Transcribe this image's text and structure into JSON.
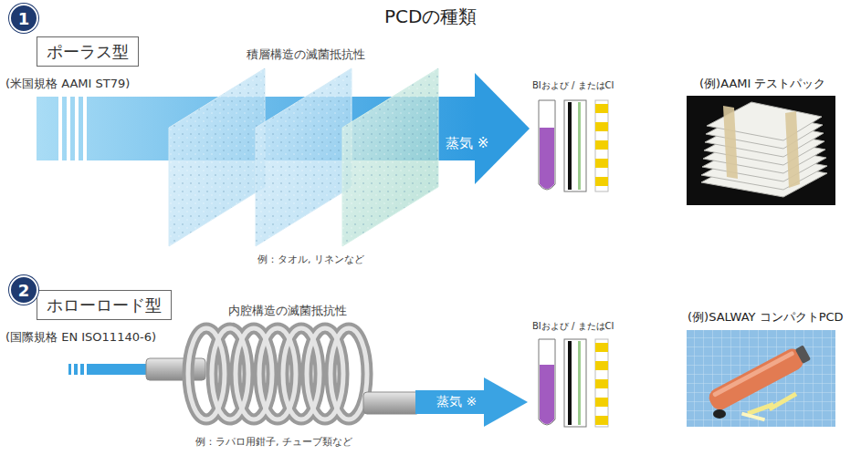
{
  "diagram": {
    "title": "PCDの種類",
    "nodes": [
      {
        "text": [
          "1"
        ]
      },
      {
        "text": [
          "ポーラス型",
          "(米国規格 AAMI ST79)"
        ]
      },
      {
        "text": [
          "2"
        ]
      },
      {
        "text": [
          "ホローロード型",
          "(国際規格 EN ISO11140-6)"
        ]
      }
    ],
    "labels": [
      "積層構造の滅菌抵抗性",
      "蒸気 ※",
      "例：タオル, リネンなど",
      "BIおよび / またはCI",
      "(例)AAMI テストパック",
      "内腔構造の滅菌抵抗性",
      "蒸気 ※",
      "例：ラパロ用鉗子, チューブ類など",
      "BIおよび / またはCI",
      "(例)SALWAY コンパクトPCD"
    ]
  }
}
